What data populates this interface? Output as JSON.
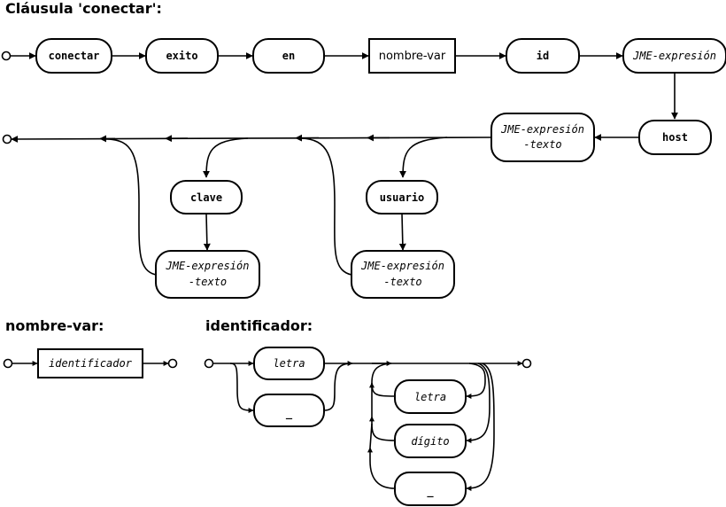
{
  "titles": {
    "conectar": "Cláusula 'conectar':",
    "nombre_var": "nombre-var:",
    "identificador": "identificador:"
  },
  "conectar": {
    "conectar": "conectar",
    "exito": "exito",
    "en": "en",
    "nombre_var": "nombre-var",
    "id": "id",
    "jme_expresion": "JME-expresión",
    "host": "host",
    "host_expr": {
      "line1": "JME-expresión",
      "line2": "-texto"
    },
    "usuario": "usuario",
    "usuario_expr": {
      "line1": "JME-expresión",
      "line2": "-texto"
    },
    "clave": "clave",
    "clave_expr": {
      "line1": "JME-expresión",
      "line2": "-texto"
    }
  },
  "nombre_var": {
    "identificador": "identificador"
  },
  "identificador": {
    "letra": "letra",
    "underscore": "_",
    "loop_letra": "letra",
    "loop_digito": "dígito",
    "loop_underscore": "_"
  }
}
